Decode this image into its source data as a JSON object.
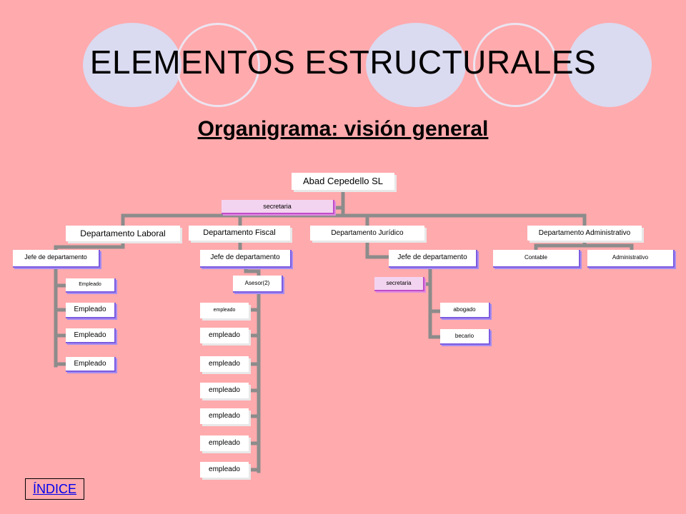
{
  "title": "ELEMENTOS ESTRUCTURALES",
  "subtitle": "Organigrama: visión general",
  "org": {
    "root": "Abad Cepedello SL",
    "secretaria": "secretaria",
    "departments": {
      "laboral": "Departamento Laboral",
      "fiscal": "Departamento Fiscal",
      "juridico": "Departamento Jurídico",
      "administrativo": "Departamento Administrativo"
    },
    "laboral": {
      "jefe": "Jefe de departamento",
      "empleados": [
        "Empleado",
        "Empleado",
        "Empleado",
        "Empleado"
      ]
    },
    "fiscal": {
      "jefe": "Jefe de departamento",
      "asesor": "Asesor(2)",
      "empleados": [
        "empleado",
        "empleado",
        "empleado",
        "empleado",
        "empleado",
        "empleado",
        "empleado"
      ]
    },
    "juridico": {
      "jefe": "Jefe de departamento",
      "secretaria": "secretaria",
      "abogado": "abogado",
      "becario": "becario"
    },
    "administrativo": {
      "contable": "Contable",
      "administrativo": "Administrativo"
    }
  },
  "nav": {
    "indice_label": "ÍNDICE"
  },
  "colors": {
    "background": "#ffaaad",
    "connector": "#8c8c8c",
    "decor_circle": "#dadaf0",
    "box_purple_edge": "#7b5be0",
    "box_magenta_fill": "#f3d4f0"
  }
}
